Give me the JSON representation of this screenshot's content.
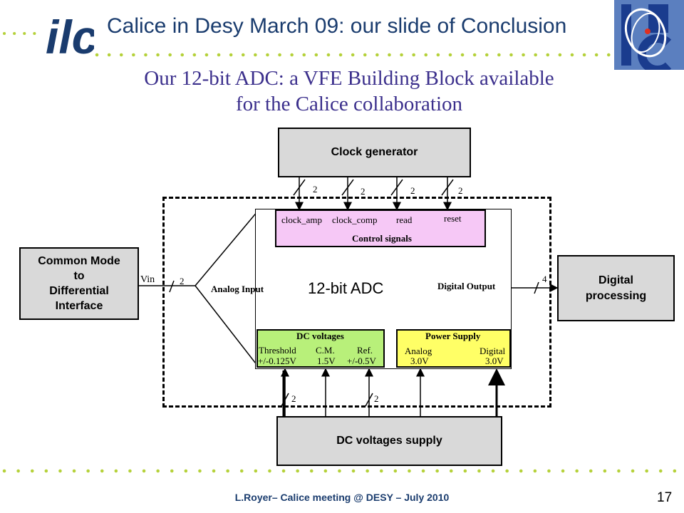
{
  "header": {
    "title": "Calice in Desy March 09: our slide of Conclusion",
    "logo_left_text": "ilc"
  },
  "subtitle": {
    "line1": "Our 12-bit ADC: a VFE Building Block available",
    "line2": "for the Calice collaboration"
  },
  "diagram": {
    "clock_generator": "Clock generator",
    "common_mode_box": [
      "Common Mode",
      "to",
      "Differential",
      "Interface"
    ],
    "digital_processing": [
      "Digital",
      "processing"
    ],
    "dc_supply": "DC voltages supply",
    "adc_label": "12-bit ADC",
    "analog_input": "Analog Input",
    "digital_output": "Digital Output",
    "vin": "Vin",
    "control": {
      "title": "Control signals",
      "signals": [
        "clock_amp",
        "clock_comp",
        "read",
        "reset"
      ]
    },
    "dc_voltages": {
      "title": "DC voltages",
      "threshold": "Threshold",
      "threshold_val": "+/-0.125V",
      "cm": "C.M.",
      "cm_val": "1.5V",
      "ref": "Ref.",
      "ref_val": "+/-0.5V"
    },
    "power_supply": {
      "title": "Power Supply",
      "analog": "Analog",
      "analog_val": "3.0V",
      "digital": "Digital",
      "digital_val": "3.0V"
    },
    "bus_widths": {
      "clock1": "2",
      "clock2": "2",
      "clock3": "2",
      "clock4": "2",
      "vin": "2",
      "dout": "4",
      "dc1": "2",
      "dc2": "2"
    }
  },
  "footer": {
    "text": "L.Royer– Calice meeting @ DESY – July 2010",
    "page": "17"
  },
  "colors": {
    "title_blue": "#1a3c6e",
    "subtitle_purple": "#3b2f8c",
    "dot_green": "#b5d13a",
    "control_pink": "#f6c8f6",
    "dc_green": "#b8f07a",
    "power_yellow": "#ffff66",
    "box_gray": "#d9d9d9"
  }
}
